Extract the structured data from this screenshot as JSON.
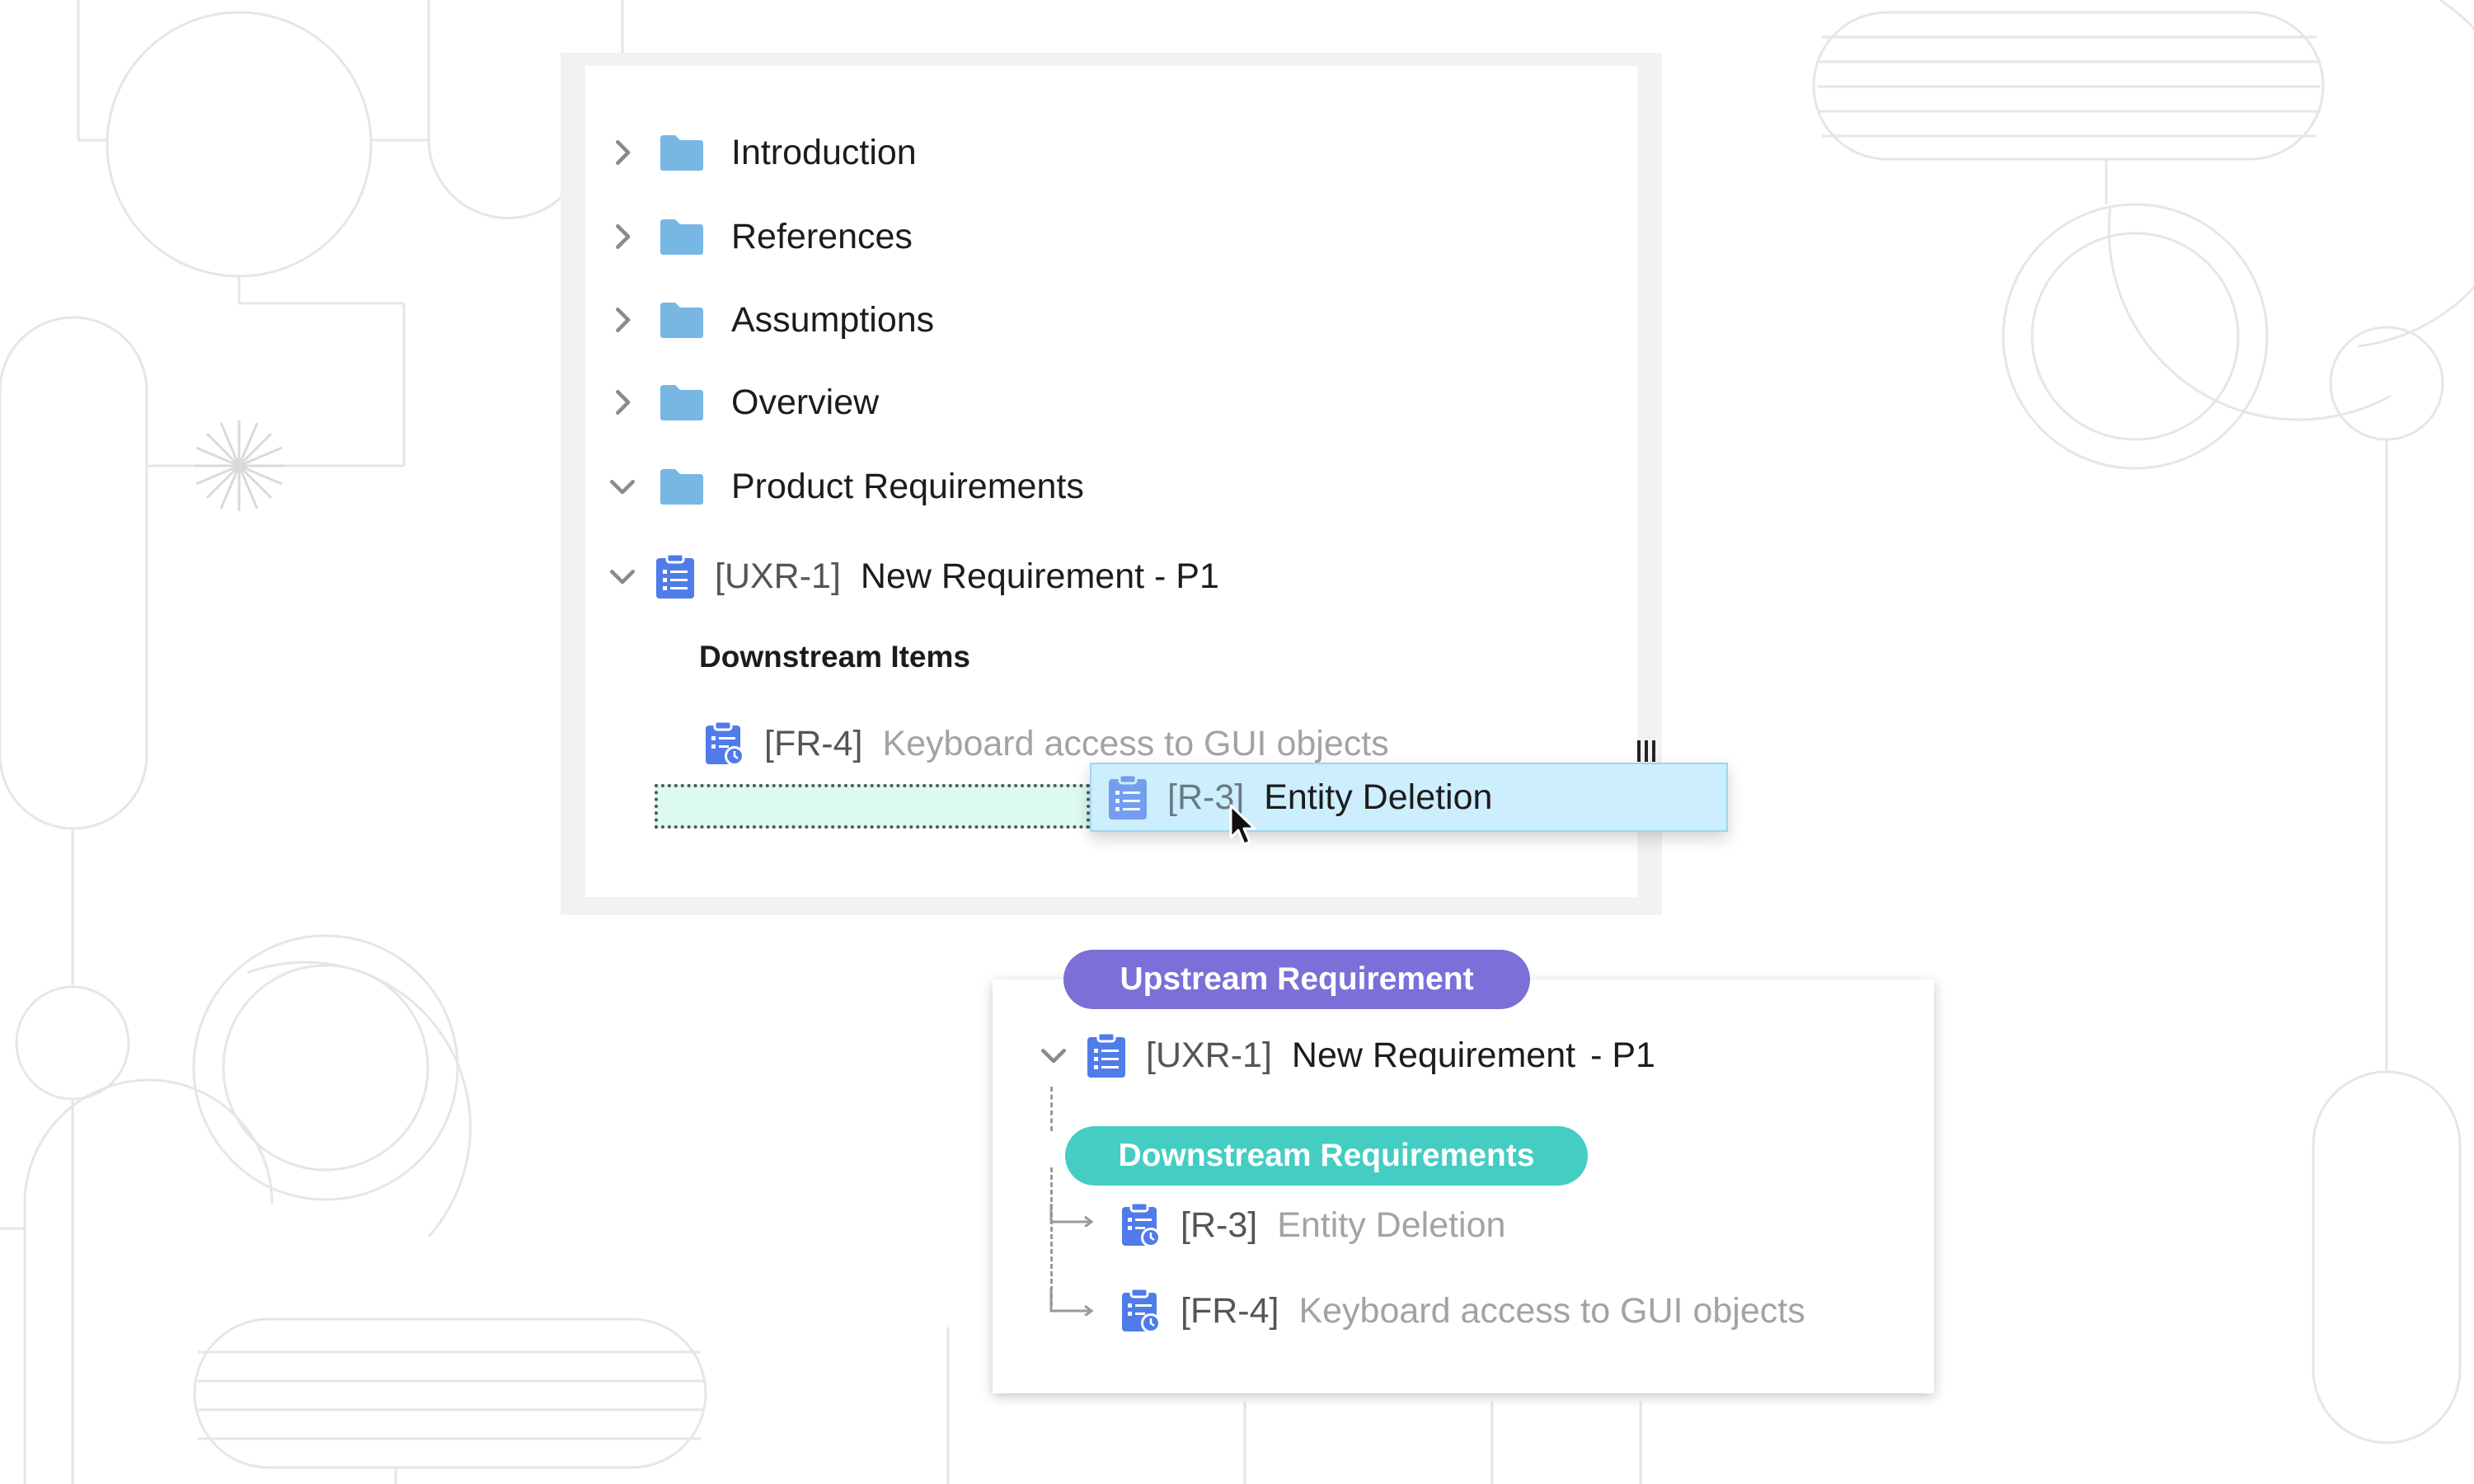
{
  "tree": {
    "folders": [
      {
        "label": "Introduction",
        "expanded": false
      },
      {
        "label": "References",
        "expanded": false
      },
      {
        "label": "Assumptions",
        "expanded": false
      },
      {
        "label": "Overview",
        "expanded": false
      },
      {
        "label": "Product Requirements",
        "expanded": true
      }
    ],
    "requirement": {
      "id": "[UXR-1]",
      "title": "New Requirement - P1"
    },
    "downstream_heading": "Downstream Items",
    "downstream_items": [
      {
        "id": "[FR-4]",
        "title": "Keyboard access to GUI objects"
      }
    ],
    "dragged_item": {
      "id": "[R-3]",
      "title": "Entity Deletion"
    }
  },
  "trace": {
    "upstream_label": "Upstream Requirement",
    "requirement": {
      "id": "[UXR-1]",
      "title": "New Requirement",
      "priority": "- P1"
    },
    "downstream_label": "Downstream Requirements",
    "items": [
      {
        "id": "[R-3]",
        "title": "Entity Deletion"
      },
      {
        "id": "[FR-4]",
        "title": "Keyboard access to GUI objects"
      }
    ]
  },
  "colors": {
    "folder": "#78b6e4",
    "requirement_icon": "#4f7ce8",
    "upstream_pill": "#7b6fd8",
    "downstream_pill": "#44cdc2",
    "drop_target": "#dcfaee",
    "drag_ghost": "#cdeefd"
  },
  "icons": {
    "folder": "folder-icon",
    "requirement": "requirement-doc-icon",
    "linked_requirement": "linked-requirement-icon",
    "expand": "chevron-right-icon",
    "collapse": "chevron-down-icon"
  }
}
